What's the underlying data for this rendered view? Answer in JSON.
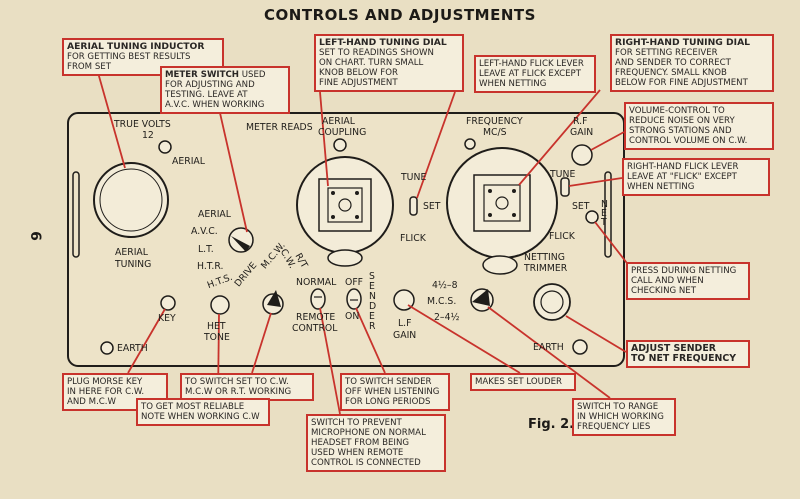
{
  "title": "CONTROLS AND ADJUSTMENTS",
  "page_number": "6",
  "figure_label": "Fig. 2.",
  "panel_labels": {
    "true_volts": "TRUE VOLTS",
    "true_volts_value": "12",
    "aerial": "AERIAL",
    "aerial_tuning_1": "AERIAL",
    "aerial_tuning_2": "TUNING",
    "meter_reads": "METER READS",
    "aerial_coupling_1": "AERIAL",
    "aerial_coupling_2": "COUPLING",
    "frequency_1": "FREQUENCY",
    "frequency_2": "MC/S",
    "rf_gain_1": "R.F",
    "rf_gain_2": "GAIN",
    "tune_left": "TUNE",
    "set_left": "SET",
    "flick_left": "FLICK",
    "tune_right": "TUNE",
    "set_right": "SET",
    "flick_right": "FLICK",
    "net": "NET",
    "aerial_meter": "AERIAL",
    "avc": "A.V.C.",
    "lt": "L.T.",
    "htr": "H.T.R.",
    "hts": "H.T.S.",
    "drive": "DRIVE",
    "mcw": "M.C.W.",
    "cw": "C.W.",
    "rt": "R/T",
    "normal": "NORMAL",
    "off": "OFF",
    "on": "ON",
    "sender": "SENDER",
    "remote_1": "REMOTE",
    "remote_2": "CONTROL",
    "key": "KEY",
    "het_1": "HET",
    "het_2": "TONE",
    "lf_gain_1": "L.F",
    "lf_gain_2": "GAIN",
    "range_1": "4½–8",
    "range_2": "M.C.S.",
    "range_3": "2–4½",
    "netting_1": "NETTING",
    "netting_2": "TRIMMER",
    "earth_left": "EARTH",
    "earth_right": "EARTH"
  },
  "callouts": {
    "aerial_tuning_inductor": {
      "head": "AERIAL TUNING INDUCTOR",
      "body": "FOR GETTING BEST RESULTS\nFROM SET"
    },
    "meter_switch": {
      "head": "METER SWITCH",
      "head_suffix": " USED",
      "body": "FOR ADJUSTING AND\nTESTING. LEAVE AT\nA.V.C. WHEN WORKING"
    },
    "left_tuning_dial": {
      "head": "LEFT-HAND TUNING DIAL",
      "body": "SET TO READINGS SHOWN\nON CHART. TURN SMALL\nKNOB BELOW FOR\nFINE ADJUSTMENT"
    },
    "left_flick_lever": {
      "head": "",
      "body": "LEFT-HAND FLICK LEVER\nLEAVE AT FLICK EXCEPT\nWHEN NETTING"
    },
    "right_tuning_dial": {
      "head": "RIGHT-HAND TUNING DIAL",
      "body": "FOR SETTING RECEIVER\nAND SENDER TO CORRECT\nFREQUENCY. SMALL KNOB\nBELOW FOR FINE ADJUSTMENT"
    },
    "volume_control": {
      "head": "",
      "body": "VOLUME-CONTROL TO\nREDUCE NOISE ON VERY\nSTRONG STATIONS AND\nCONTROL VOLUME ON C.W."
    },
    "right_flick_lever": {
      "head": "",
      "body": "RIGHT-HAND FLICK LEVER\nLEAVE AT \"FLICK\" EXCEPT\nWHEN NETTING"
    },
    "net_press": {
      "head": "",
      "body": "PRESS DURING NETTING\nCALL AND WHEN\nCHECKING NET"
    },
    "adjust_sender": {
      "head": "",
      "body": "ADJUST SENDER\nTO NET FREQUENCY"
    },
    "morse_key": {
      "head": "",
      "body": "PLUG MORSE KEY\nIN HERE FOR C.W.\nAND M.C.W"
    },
    "switch_cw": {
      "head": "",
      "body": "TO SWITCH SET TO C.W.\nM.C.W OR R.T. WORKING"
    },
    "sender_off": {
      "head": "",
      "body": "TO SWITCH SENDER\nOFF WHEN LISTENING\nFOR LONG PERIODS"
    },
    "louder": {
      "head": "",
      "body": "MAKES SET LOUDER"
    },
    "het_note": {
      "head": "",
      "body": "TO GET MOST RELIABLE\nNOTE WHEN WORKING C.W"
    },
    "microphone": {
      "head": "",
      "body": "SWITCH TO PREVENT\nMICROPHONE ON NORMAL\nHEADSET FROM BEING\nUSED WHEN REMOTE\nCONTROL IS CONNECTED"
    },
    "range_switch": {
      "head": "",
      "body": "SWITCH TO RANGE\nIN WHICH WORKING\nFREQUENCY LIES"
    }
  },
  "colors": {
    "paper": "#e9dfc3",
    "ink": "#1f1d1a",
    "callout_border": "#c8332c",
    "panel_fill": "#ede3c8"
  }
}
